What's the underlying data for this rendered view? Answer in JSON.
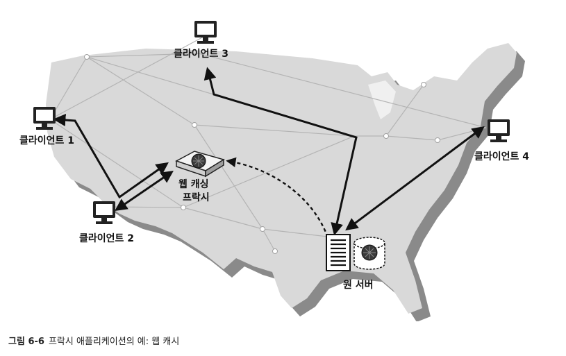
{
  "diagram": {
    "clients": [
      {
        "label": "클라이언트 1",
        "icon": "computer-monitor-icon"
      },
      {
        "label": "클라이언트 2",
        "icon": "computer-monitor-icon"
      },
      {
        "label": "클라이언트 3",
        "icon": "computer-monitor-icon"
      },
      {
        "label": "클라이언트 4",
        "icon": "computer-monitor-icon"
      }
    ],
    "proxy": {
      "label_line1": "웹 캐싱",
      "label_line2": "프락시",
      "icon": "cache-proxy-box-icon"
    },
    "server": {
      "label": "원 서버",
      "icon": "server-tower-icon",
      "storage_icon": "database-cylinder-icon"
    },
    "colors": {
      "map_fill": "#d9d9d9",
      "map_shadow": "#8a8a8a",
      "network_line": "#b4b4b4",
      "arrow": "#111111"
    }
  },
  "caption": {
    "figure_number": "그림 6-6",
    "text": "프락시 애플리케이션의 예: 웹 캐시"
  }
}
